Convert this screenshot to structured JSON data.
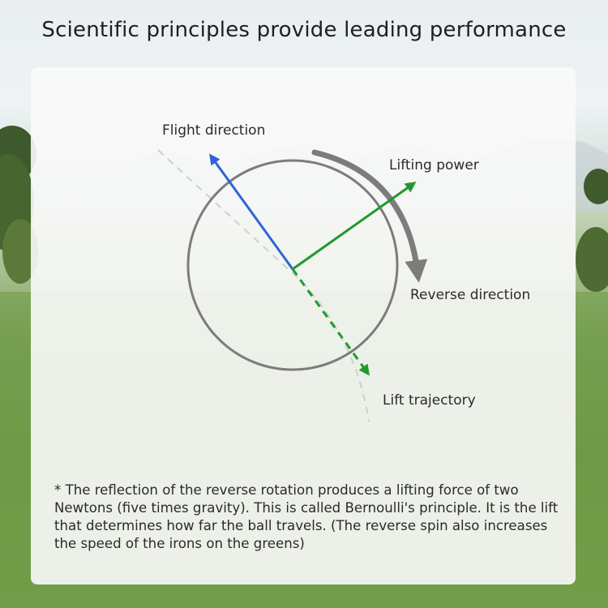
{
  "page": {
    "title": "Scientific principles provide leading performance"
  },
  "diagram": {
    "labels": {
      "flight_direction": "Flight direction",
      "lifting_power": "Lifting power",
      "reverse_direction": "Reverse direction",
      "lift_trajectory": "Lift trajectory"
    },
    "colors": {
      "flight_arrow": "#2f64d6",
      "lift_arrow": "#1f9a2e",
      "ball_outline": "#7c7c7c",
      "rotation_arrow": "#7c7c7c",
      "trajectory": "#cfcfcf"
    }
  },
  "footnote": {
    "text": "* The reflection of the reverse rotation produces a lifting force of two Newtons (five times gravity). This is called Bernoulli's principle. It is the lift that determines how far the ball travels. (The reverse spin also increases the speed of the irons on the greens)"
  }
}
